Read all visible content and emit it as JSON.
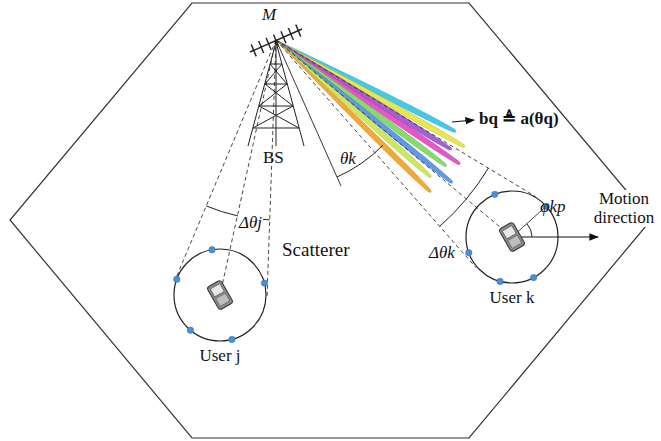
{
  "diagram": {
    "nodes": [
      {
        "text": [
          "User j"
        ]
      },
      {
        "text": [
          "User k"
        ]
      }
    ],
    "labels": [
      "M",
      "bq ≜ a(θq)",
      "θk",
      "BS",
      "Δθj",
      "Δθk",
      "φkp",
      "Motion direction",
      "Scatterer"
    ]
  }
}
